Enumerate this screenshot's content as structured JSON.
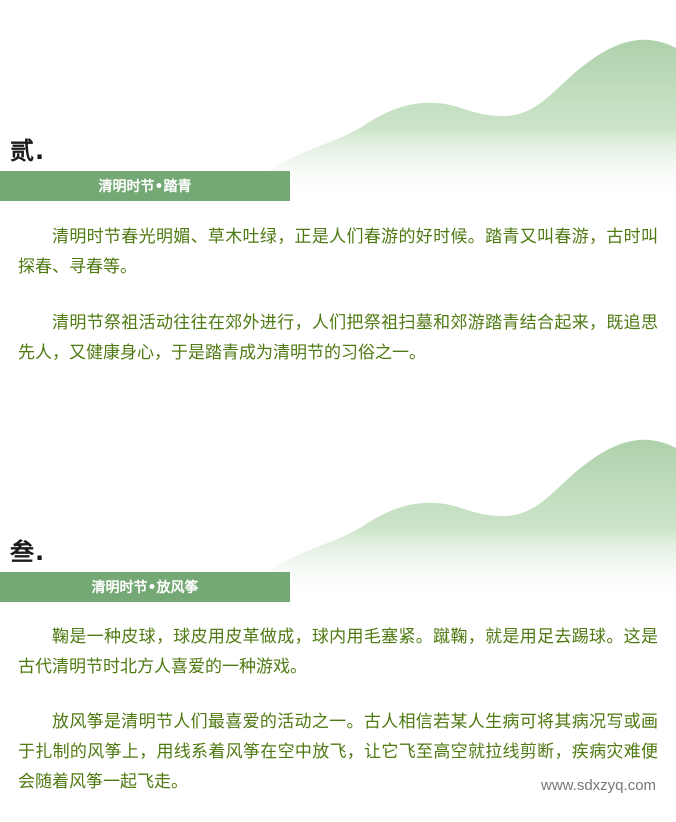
{
  "sections": [
    {
      "numeral": "贰.",
      "banner": "清明时节•踏青",
      "paragraphs": [
        "清明时节春光明媚、草木吐绿，正是人们春游的好时候。踏青又叫春游，古时叫探春、寻春等。",
        "清明节祭祖活动往往在郊外进行，人们把祭祖扫墓和郊游踏青结合起来，既追思先人，又健康身心，于是踏青成为清明节的习俗之一。"
      ]
    },
    {
      "numeral": "叁.",
      "banner": "清明时节•放风筝",
      "paragraphs": [
        "鞠是一种皮球，球皮用皮革做成，球内用毛塞紧。蹴鞠，就是用足去踢球。这是古代清明节时北方人喜爱的一种游戏。",
        "放风筝是清明节人们最喜爱的活动之一。古人相信若某人生病可将其病况写或画于扎制的风筝上，用线系着风筝在空中放飞，让它飞至高空就拉线剪断，疾病灾难便会随着风筝一起飞走。"
      ]
    }
  ],
  "watermark": "www.sdxzyq.com",
  "colors": {
    "banner_bg": "#74a874",
    "body_text": "#4f7a12",
    "hill": "#a9cfa6"
  }
}
